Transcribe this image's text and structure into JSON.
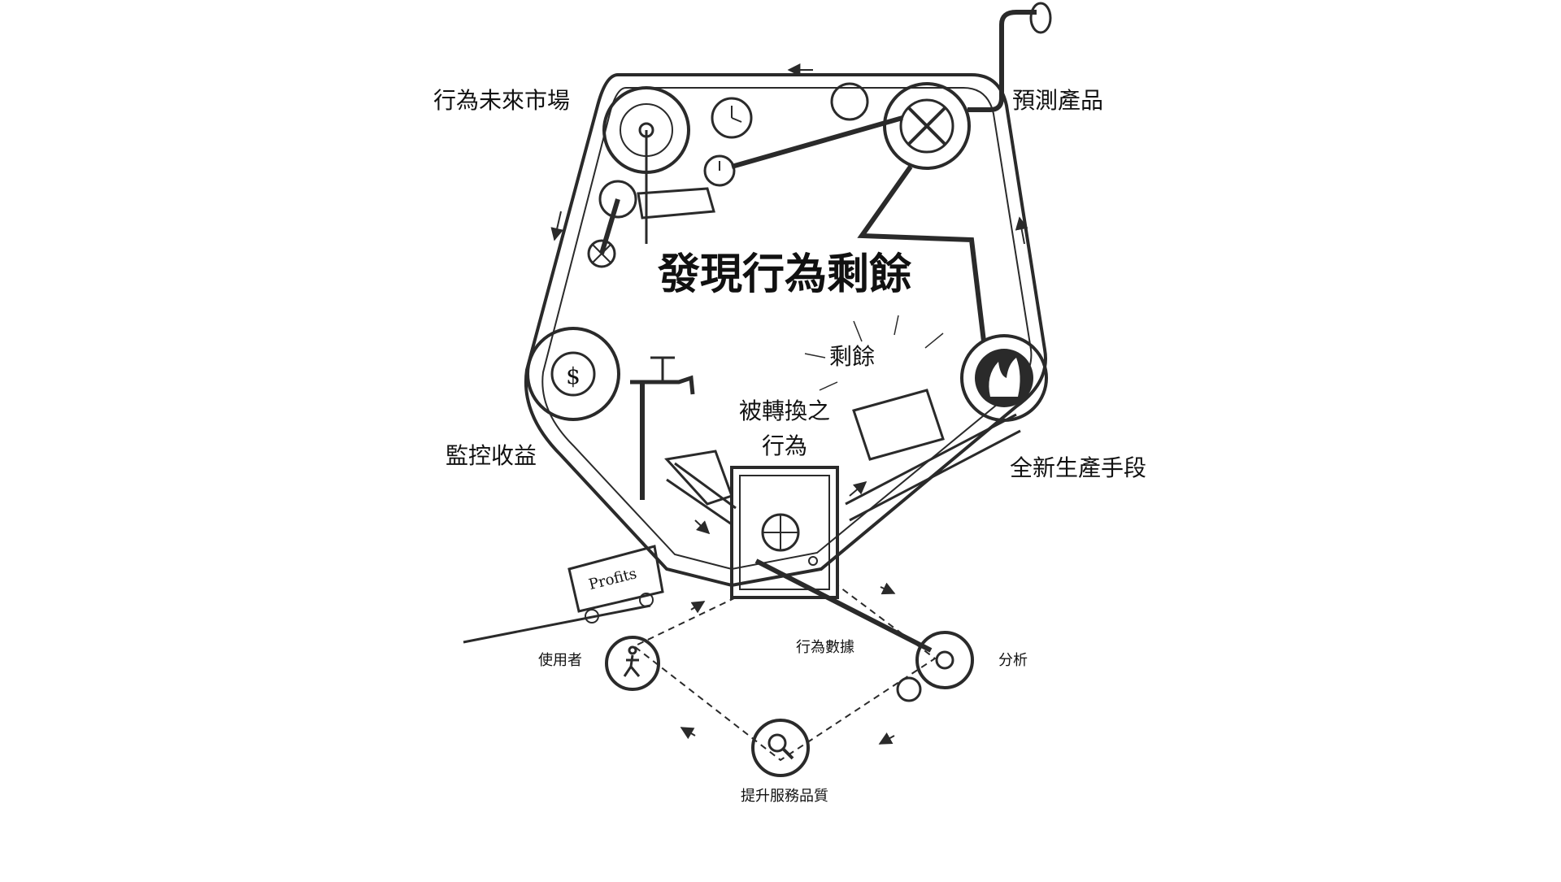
{
  "diagram": {
    "title": "發現行為剩餘",
    "labels": {
      "behavioral_futures_market": "行為未來市場",
      "prediction_products": "預測產品",
      "surveillance_revenue": "監控收益",
      "new_means_of_production": "全新生產手段",
      "surplus": "剩餘",
      "rendered_behavior_line1": "被轉換之",
      "rendered_behavior_line2": "行為",
      "users": "使用者",
      "behavioral_data": "行為數據",
      "analysis": "分析",
      "improved_services": "提升服務品質"
    },
    "cart_text": "Profits",
    "icons": [
      "dollar-icon",
      "walking-person-icon",
      "magnifier-icon",
      "fire-icon",
      "safe-icon",
      "faucet-icon",
      "clock-icon",
      "pipe-icon"
    ],
    "colors": {
      "ink": "#2a2a2a",
      "background": "#ffffff"
    }
  }
}
